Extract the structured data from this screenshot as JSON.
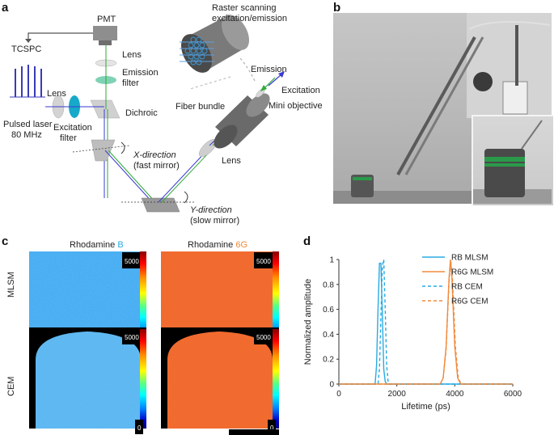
{
  "panel_labels": {
    "a": "a",
    "b": "b",
    "c": "c",
    "d": "d"
  },
  "panel_a": {
    "pmt": "PMT",
    "tcspc": "TCSPC",
    "raster_line1": "Raster scanning",
    "raster_line2": "excitation/emission",
    "lens_top": "Lens",
    "emission_filter_line1": "Emission",
    "emission_filter_line2": "filter",
    "lens_left": "Lens",
    "dichroic": "Dichroic",
    "pulsed_laser_line1": "Pulsed laser",
    "pulsed_laser_line2": "80 MHz",
    "excitation_filter_line1": "Excitation",
    "excitation_filter_line2": "filter",
    "x_direction_line1": "X-direction",
    "x_direction_line2": "(fast mirror)",
    "y_direction_line1": "Y-direction",
    "y_direction_line2": "(slow mirror)",
    "fiber_bundle": "Fiber bundle",
    "emission": "Emission",
    "excitation": "Excitation",
    "mini_objective": "Mini objective",
    "lens_right": "Lens"
  },
  "panel_c": {
    "col1_prefix": "Rhodamine ",
    "col1_suffix": "B",
    "col2_prefix": "Rhodamine ",
    "col2_suffix": "6G",
    "row1": "MLSM",
    "row2": "CEM",
    "cbar_max": "5000",
    "cbar_min": "0",
    "col1_color": "#29abe2",
    "col2_color": "#f08a3c"
  },
  "chart_data": {
    "type": "line",
    "title": "",
    "xlabel": "Lifetime (ps)",
    "ylabel": "Normalized amplitude",
    "xlim": [
      0,
      6000
    ],
    "ylim": [
      0,
      1
    ],
    "xticks": [
      "0",
      "2000",
      "4000",
      "6000"
    ],
    "yticks": [
      "0",
      "0.2",
      "0.4",
      "0.6",
      "0.8",
      "1"
    ],
    "legend_position": "right",
    "series": [
      {
        "name": "RB MLSM",
        "color": "#29abe2",
        "dash": "solid",
        "x": [
          0,
          1250,
          1300,
          1350,
          1400,
          1450,
          1500,
          1550,
          1600,
          1650,
          6000
        ],
        "y": [
          0,
          0,
          0.15,
          0.6,
          0.97,
          0.97,
          0.55,
          0.12,
          0.02,
          0,
          0
        ]
      },
      {
        "name": "R6G MLSM",
        "color": "#f08a3c",
        "dash": "solid",
        "x": [
          0,
          3500,
          3600,
          3700,
          3800,
          3850,
          3900,
          4000,
          4100,
          4200,
          6000
        ],
        "y": [
          0,
          0,
          0.05,
          0.3,
          0.85,
          1.0,
          0.85,
          0.3,
          0.05,
          0,
          0
        ]
      },
      {
        "name": "RB CEM",
        "color": "#29abe2",
        "dash": "dashed",
        "x": [
          0,
          1350,
          1400,
          1450,
          1500,
          1550,
          1600,
          1650,
          1700,
          1750,
          6000
        ],
        "y": [
          0,
          0,
          0.12,
          0.55,
          0.95,
          1.0,
          0.6,
          0.15,
          0.02,
          0,
          0
        ]
      },
      {
        "name": "R6G CEM",
        "color": "#f08a3c",
        "dash": "dashed",
        "x": [
          0,
          3500,
          3600,
          3700,
          3800,
          3860,
          3920,
          4020,
          4120,
          4220,
          6000
        ],
        "y": [
          0,
          0,
          0.05,
          0.28,
          0.82,
          0.99,
          0.84,
          0.3,
          0.05,
          0,
          0
        ]
      }
    ]
  }
}
